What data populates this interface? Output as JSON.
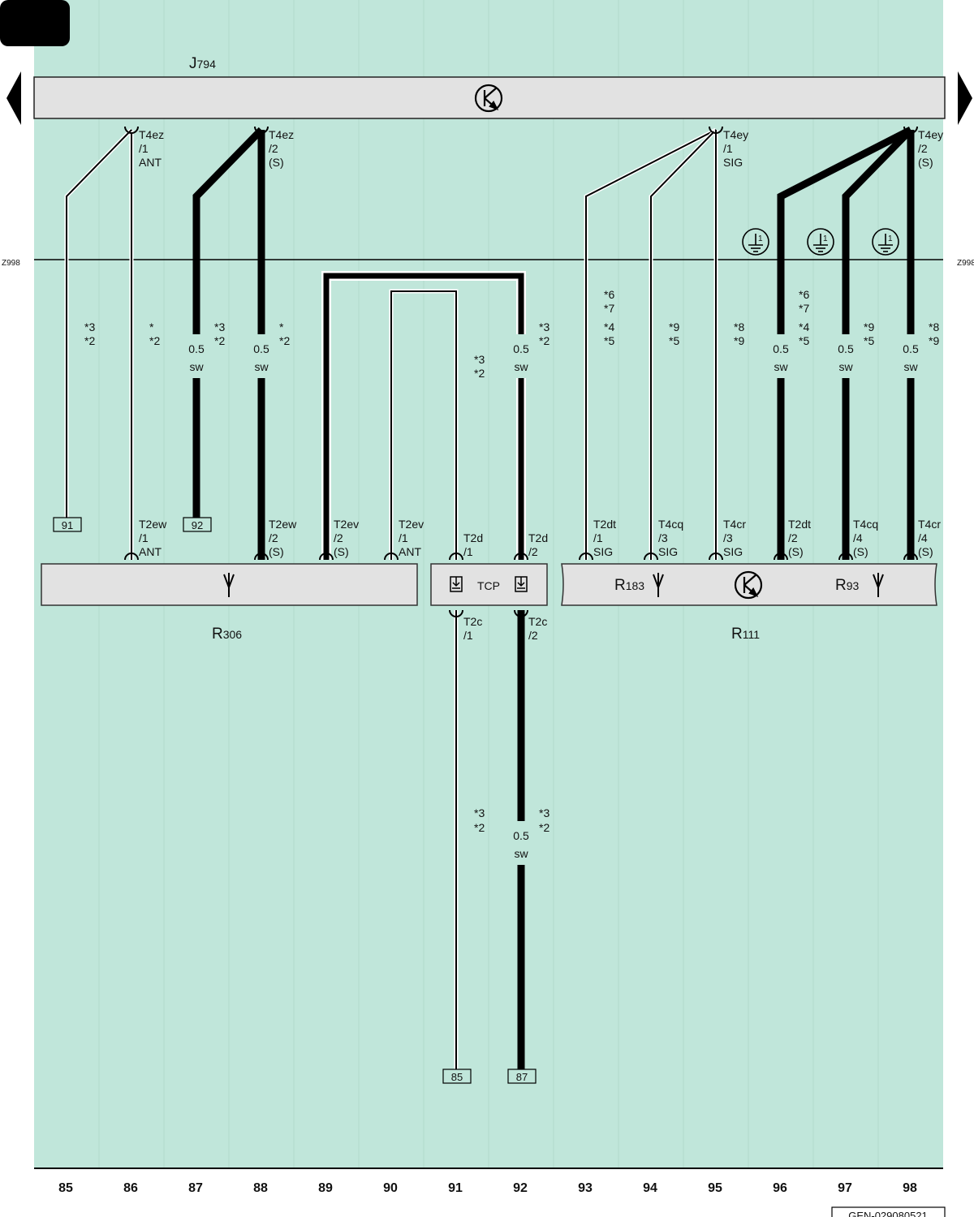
{
  "page": {
    "doc_id": "GEN-029080521"
  },
  "colors": {
    "background": "#c0e6da",
    "module": "#e2e2e2",
    "wire": "#000000",
    "outline": "#333333"
  },
  "icons": {
    "nav_left": "triangle-left-icon",
    "nav_right": "triangle-right-icon",
    "control_unit": "transistor-icon",
    "antenna": "antenna-icon",
    "ground": "ground-symbol-icon",
    "shield": "shield-connector-icon"
  },
  "ground_circle_label": "1",
  "control_unit": {
    "id": "J",
    "sub": "794"
  },
  "ground_line_label": "Z998",
  "columns": [
    "85",
    "86",
    "87",
    "88",
    "89",
    "90",
    "91",
    "92",
    "93",
    "94",
    "95",
    "96",
    "97",
    "98"
  ],
  "top_connectors": [
    {
      "lines": [
        "T4ez",
        "/1",
        "ANT"
      ]
    },
    {
      "lines": [
        "T4ez",
        "/2",
        "(S)"
      ]
    },
    {
      "lines": [
        "T4ey",
        "/1",
        "SIG"
      ]
    },
    {
      "lines": [
        "T4ey",
        "/2",
        "(S)"
      ]
    }
  ],
  "bottom_connectors": [
    {
      "lines": [
        "T2ew",
        "/1",
        "ANT"
      ]
    },
    {
      "lines": [
        "T2ew",
        "/2",
        "(S)"
      ]
    },
    {
      "lines": [
        "T2ev",
        "/2",
        "(S)"
      ]
    },
    {
      "lines": [
        "T2ev",
        "/1",
        "ANT"
      ]
    },
    {
      "lines": [
        "T2d",
        "/1"
      ]
    },
    {
      "lines": [
        "T2d",
        "/2"
      ]
    },
    {
      "lines": [
        "T2dt",
        "/1",
        "SIG"
      ]
    },
    {
      "lines": [
        "T4cq",
        "/3",
        "SIG"
      ]
    },
    {
      "lines": [
        "T4cr",
        "/3",
        "SIG"
      ]
    },
    {
      "lines": [
        "T2dt",
        "/2",
        "(S)"
      ]
    },
    {
      "lines": [
        "T4cq",
        "/4",
        "(S)"
      ]
    },
    {
      "lines": [
        "T4cr",
        "/4",
        "(S)"
      ]
    }
  ],
  "tcp_connectors": [
    {
      "lines": [
        "T2c",
        "/1"
      ]
    },
    {
      "lines": [
        "T2c",
        "/2"
      ]
    }
  ],
  "footnotes": [
    {
      "lines": [
        "*3",
        "*2"
      ]
    },
    {
      "lines": [
        "*",
        "*2"
      ]
    },
    {
      "lines": [
        "*3",
        "*2"
      ]
    },
    {
      "lines": [
        "*",
        "*2"
      ]
    },
    {
      "lines": [
        "*3",
        "*2"
      ]
    },
    {
      "lines": [
        "*3",
        "*2"
      ]
    },
    {
      "lines": [
        "*6",
        "*7",
        "*4",
        "*5"
      ]
    },
    {
      "lines": [
        "*9",
        "*5"
      ]
    },
    {
      "lines": [
        "*8",
        "*9"
      ]
    },
    {
      "lines": [
        "*6",
        "*7",
        "*4",
        "*5"
      ]
    },
    {
      "lines": [
        "*9",
        "*5"
      ]
    },
    {
      "lines": [
        "*8",
        "*9"
      ]
    },
    {
      "lines": [
        "*3",
        "*2"
      ]
    },
    {
      "lines": [
        "*3",
        "*2"
      ]
    }
  ],
  "wire_specs": [
    {
      "size": "0.5",
      "color": "sw"
    },
    {
      "size": "0.5",
      "color": "sw"
    },
    {
      "size": "0.5",
      "color": "sw"
    },
    {
      "size": "0.5",
      "color": "sw"
    },
    {
      "size": "0.5",
      "color": "sw"
    },
    {
      "size": "0.5",
      "color": "sw"
    },
    {
      "size": "0.5",
      "color": "sw"
    }
  ],
  "ref_boxes": [
    "91",
    "92",
    "85",
    "87"
  ],
  "components": {
    "r306": {
      "id": "R",
      "sub": "306"
    },
    "tcp": {
      "label": "TCP"
    },
    "r111": {
      "id": "R",
      "sub": "111"
    },
    "r183": {
      "id": "R",
      "sub": "183"
    },
    "r93": {
      "id": "R",
      "sub": "93"
    }
  }
}
